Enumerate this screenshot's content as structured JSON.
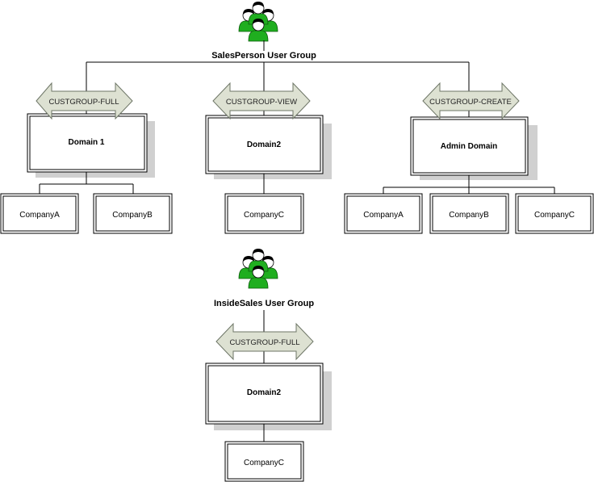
{
  "groups": [
    {
      "name": "SalesPerson User Group",
      "icon": "user-group-icon",
      "domains": [
        {
          "permission": "CUSTGROUP-FULL",
          "name": "Domain 1",
          "companies": [
            "CompanyA",
            "CompanyB"
          ]
        },
        {
          "permission": "CUSTGROUP-VIEW",
          "name": "Domain2",
          "companies": [
            "CompanyC"
          ]
        },
        {
          "permission": "CUSTGROUP-CREATE",
          "name": "Admin Domain",
          "companies": [
            "CompanyA",
            "CompanyB",
            "CompanyC"
          ]
        }
      ]
    },
    {
      "name": "InsideSales User Group",
      "icon": "user-group-icon",
      "domains": [
        {
          "permission": "CUSTGROUP-FULL",
          "name": "Domain2",
          "companies": [
            "CompanyC"
          ]
        }
      ]
    }
  ],
  "colors": {
    "person_fill": "#1fae1f",
    "person_head": "#ffffff",
    "person_hair": "#000000",
    "arrow_fill": "#dde1d2",
    "shadow": "#d0d0d0"
  }
}
